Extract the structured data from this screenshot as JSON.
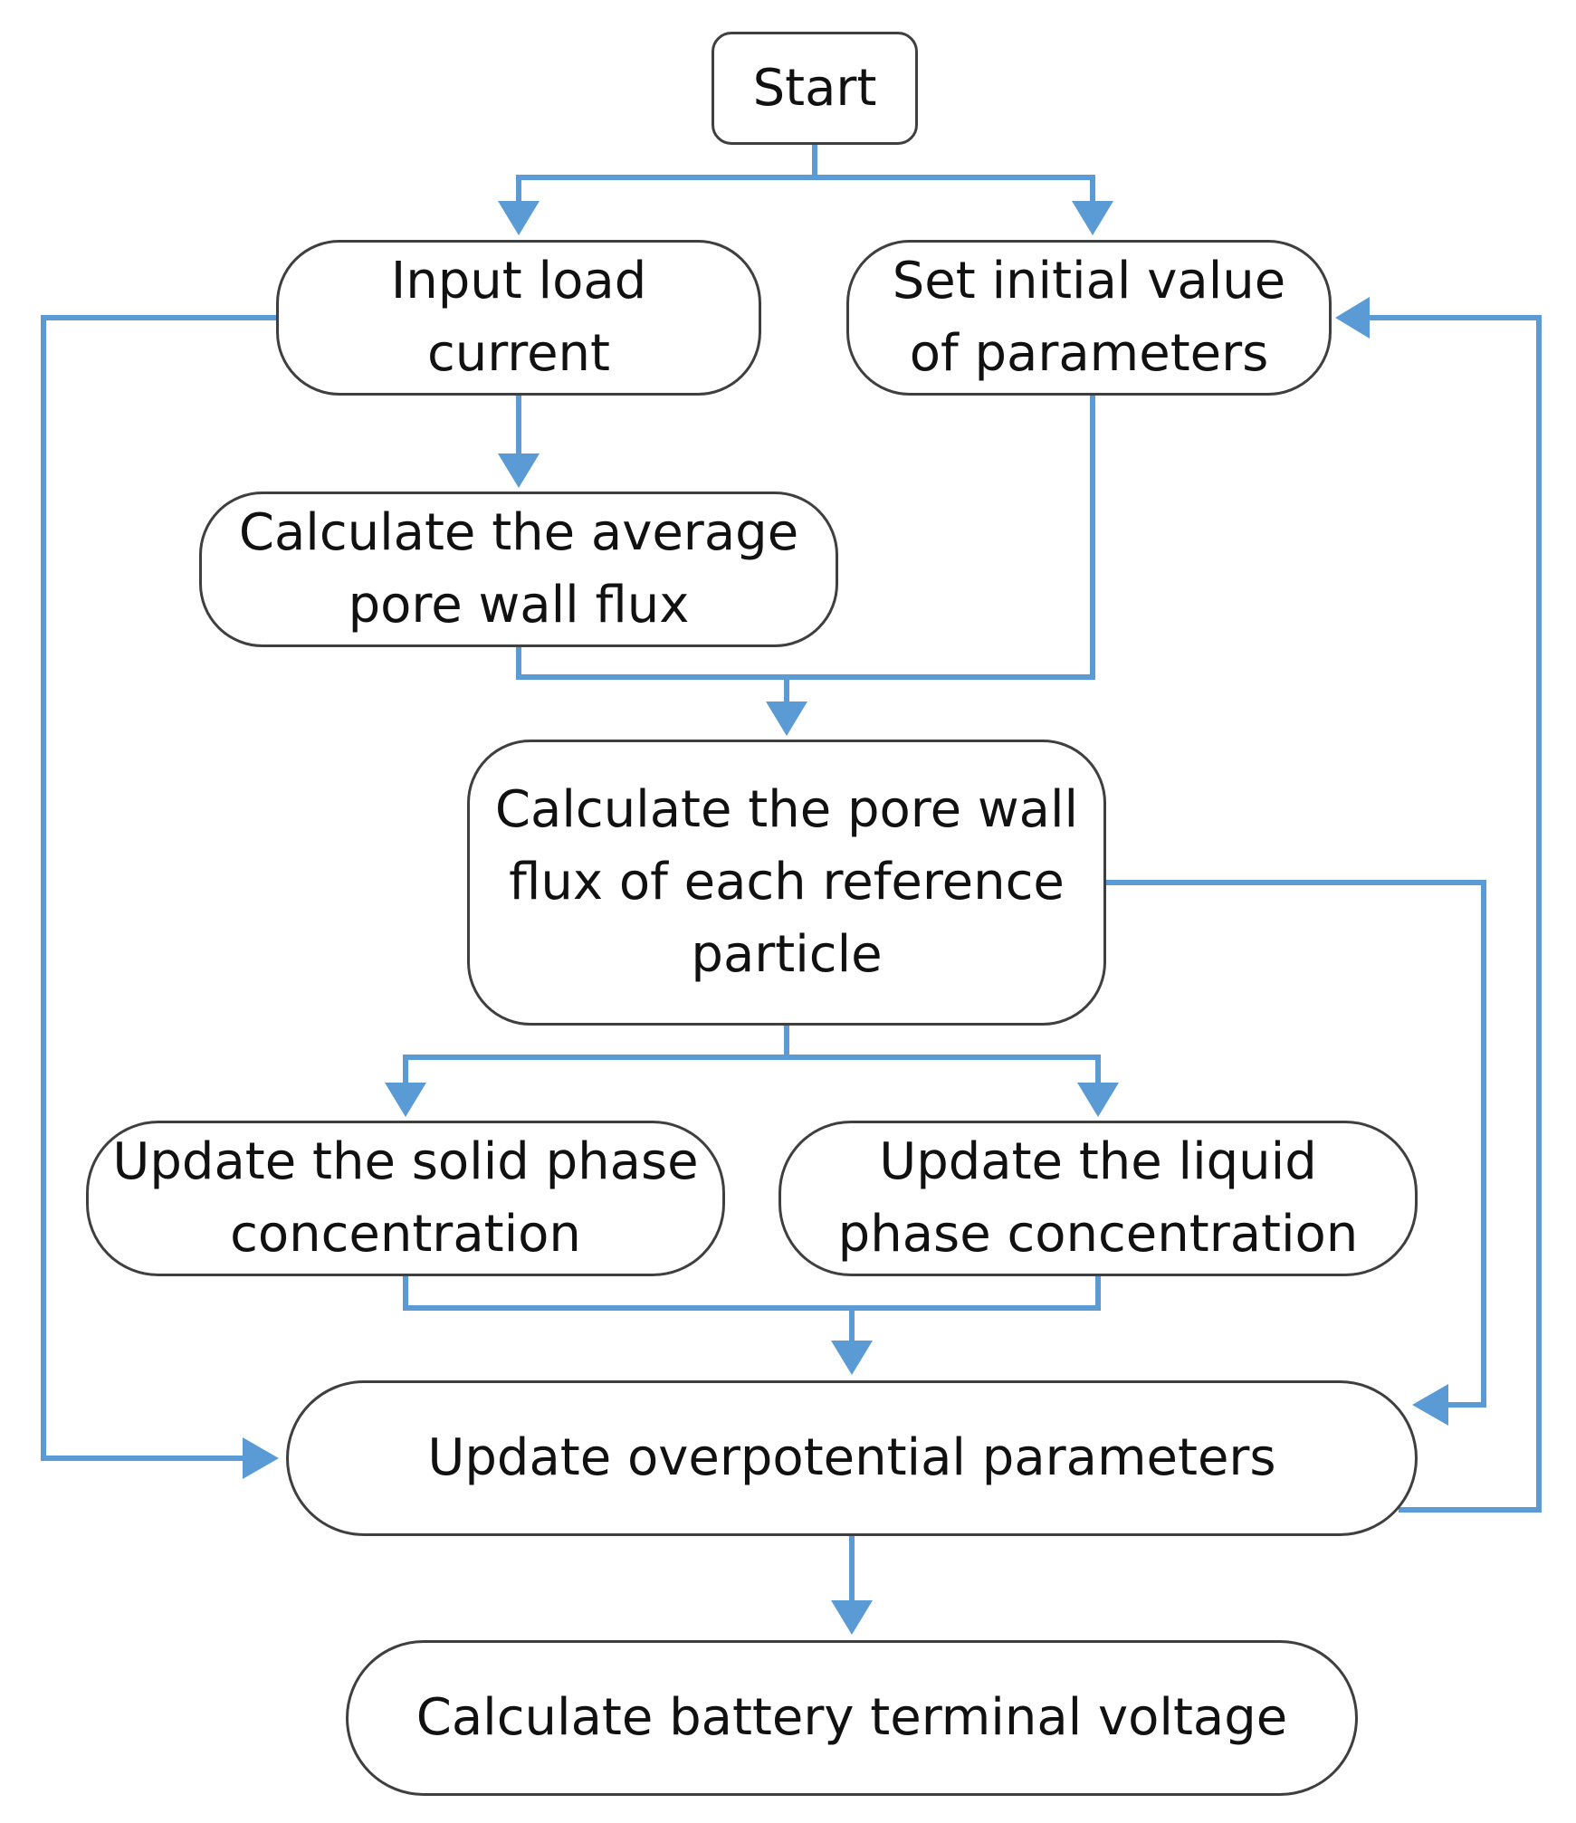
{
  "diagram": {
    "colors": {
      "connector": "#5b9bd5",
      "node_border": "#3f3f3f",
      "text": "#111111"
    },
    "nodes": {
      "start": "Start",
      "input_load_current": "Input load\ncurrent",
      "set_initial_value": "Set initial value\nof parameters",
      "calc_average_flux": "Calculate the average\npore wall flux",
      "calc_reference_flux": "Calculate the pore wall\nflux of each reference\nparticle",
      "update_solid": "Update the solid phase\nconcentration",
      "update_liquid": "Update  the liquid\nphase concentration",
      "update_overpotential": "Update overpotential parameters",
      "calc_terminal_voltage": "Calculate battery terminal voltage"
    },
    "edges": [
      {
        "from": "start",
        "to": "input_load_current"
      },
      {
        "from": "start",
        "to": "set_initial_value"
      },
      {
        "from": "input_load_current",
        "to": "calc_average_flux"
      },
      {
        "from": "input_load_current",
        "to": "update_overpotential"
      },
      {
        "from": "calc_average_flux",
        "to": "calc_reference_flux"
      },
      {
        "from": "set_initial_value",
        "to": "calc_reference_flux"
      },
      {
        "from": "calc_reference_flux",
        "to": "update_solid"
      },
      {
        "from": "calc_reference_flux",
        "to": "update_liquid"
      },
      {
        "from": "calc_reference_flux",
        "to": "update_overpotential"
      },
      {
        "from": "update_solid",
        "to": "update_overpotential"
      },
      {
        "from": "update_liquid",
        "to": "update_overpotential"
      },
      {
        "from": "update_overpotential",
        "to": "calc_terminal_voltage"
      },
      {
        "from": "update_overpotential",
        "to": "set_initial_value"
      }
    ]
  }
}
